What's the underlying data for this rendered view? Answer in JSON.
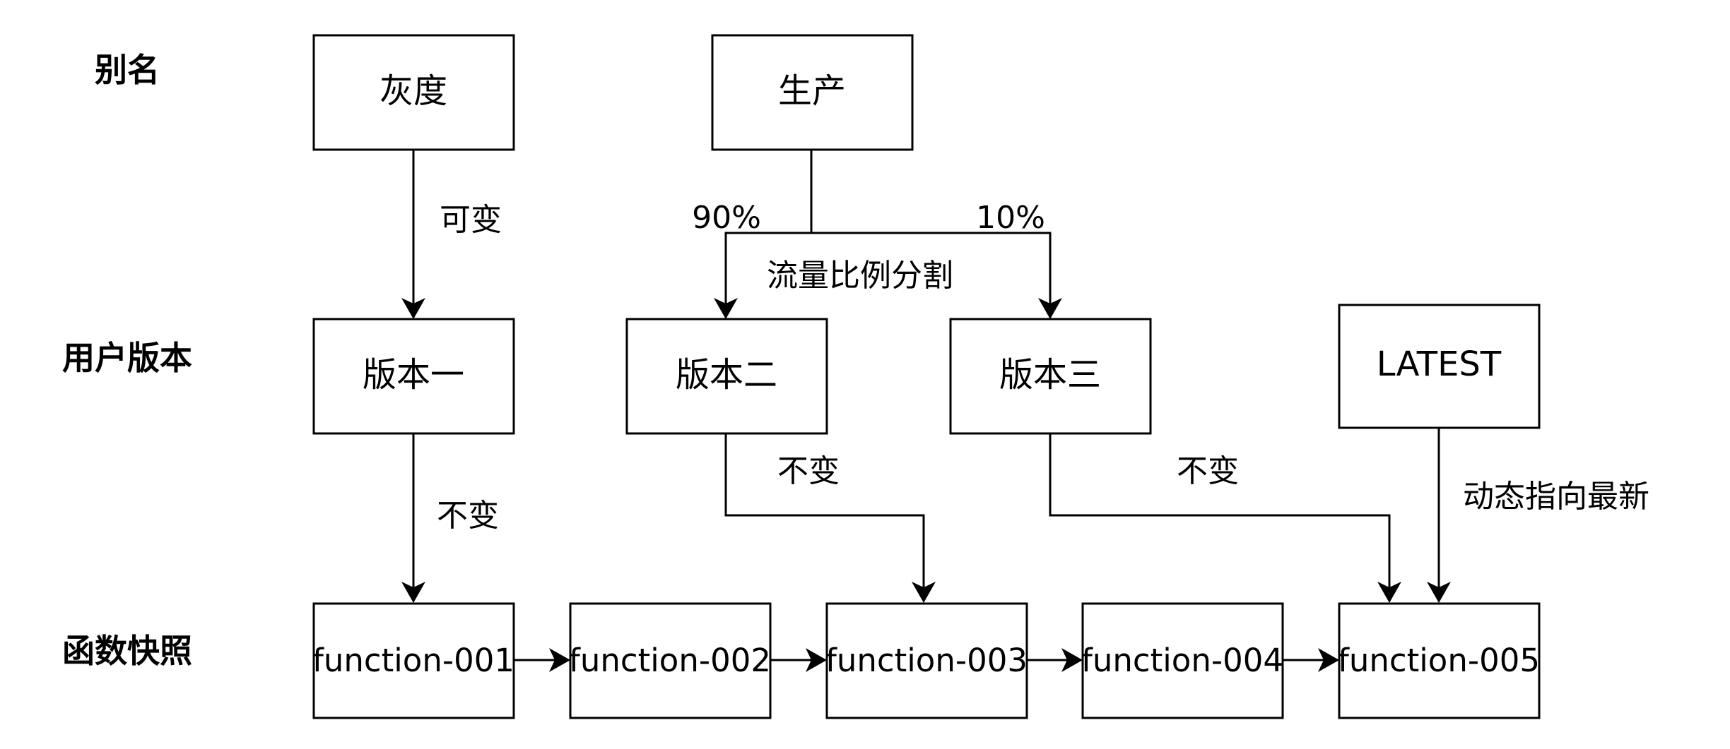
{
  "rows": {
    "alias": "别名",
    "user_version": "用户版本",
    "snapshot": "函数快照"
  },
  "aliases": {
    "gray": "灰度",
    "production": "生产"
  },
  "versions": {
    "v1": "版本一",
    "v2": "版本二",
    "v3": "版本三",
    "latest": "LATEST"
  },
  "snapshots": [
    "function-001",
    "function-002",
    "function-003",
    "function-004",
    "function-005"
  ],
  "edges": {
    "mutable": "可变",
    "split_left": "90%",
    "split_right": "10%",
    "traffic_split": "流量比例分割",
    "immutable_v1": "不变",
    "immutable_v2": "不变",
    "immutable_v3": "不变",
    "dynamic_latest": "动态指向最新"
  }
}
